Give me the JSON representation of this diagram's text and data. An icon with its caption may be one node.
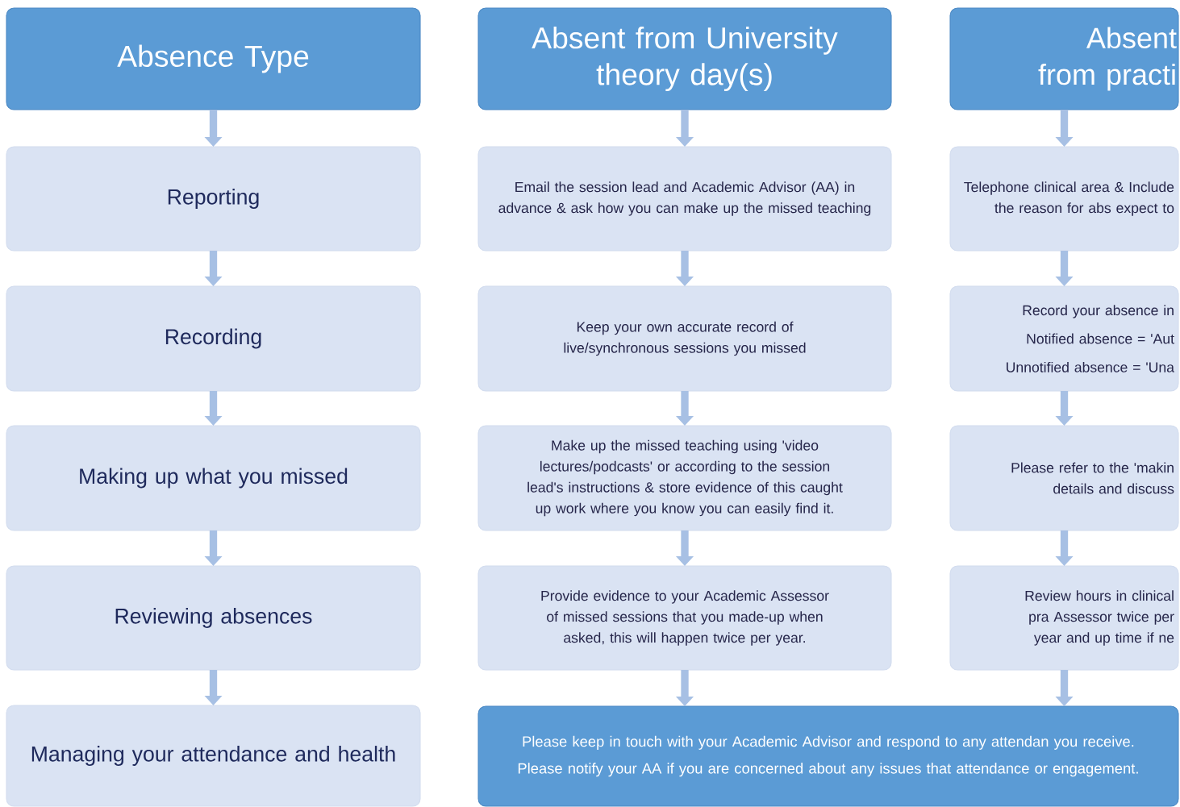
{
  "diagram": {
    "nodes": [
      {
        "text": [
          "Absence Type"
        ]
      },
      {
        "text": [
          "Reporting"
        ]
      },
      {
        "text": [
          "Recording"
        ]
      },
      {
        "text": [
          "Making up what you missed"
        ]
      },
      {
        "text": [
          "Reviewing absences"
        ]
      },
      {
        "text": [
          "Managing your attendance and health"
        ]
      },
      {
        "text": [
          "Absent from University theory day(s)"
        ]
      },
      {
        "text": [
          "Email the session lead and Academic Advisor (AA) in advance & ask how you can make up the missed teaching"
        ]
      },
      {
        "text": [
          "Keep your own accurate record of live/synchronous sessions you missed"
        ]
      },
      {
        "text": [
          "Make up the missed teaching using 'video lectures/podcasts' or according to the session lead's instructions & store evidence of this caught up work where you know you can easily find it."
        ]
      },
      {
        "text": [
          "Provide evidence to your Academic Assessor of missed sessions that you made-up when asked, this will happen twice per year."
        ]
      },
      {
        "text": [
          "Absent from practi"
        ]
      },
      {
        "text": [
          "Telephone clinical area & Include the reason for abs expect to"
        ]
      },
      {
        "text": [
          "Record your absence in",
          "Notified absence = 'Aut",
          "Unnotified absence = 'Una"
        ]
      },
      {
        "text": [
          "Please refer to the 'makin details and discuss"
        ]
      },
      {
        "text": [
          "Review hours in clinical pra Assessor twice per year and up time if ne"
        ]
      },
      {
        "text": [
          "Please keep in touch with your Academic Advisor and respond to any attendan you receive. Please notify your AA if you are concerned about any issues that attendance or engagement."
        ]
      }
    ],
    "edges": [
      {
        "from": 0,
        "to": 1,
        "arrow": "to"
      },
      {
        "from": 1,
        "to": 2,
        "arrow": "to"
      },
      {
        "from": 2,
        "to": 3,
        "arrow": "to"
      },
      {
        "from": 3,
        "to": 4,
        "arrow": "to"
      },
      {
        "from": 4,
        "to": 5,
        "arrow": "to"
      },
      {
        "from": 6,
        "to": 7,
        "arrow": "to"
      },
      {
        "from": 7,
        "to": 8,
        "arrow": "to"
      },
      {
        "from": 8,
        "to": 9,
        "arrow": "to"
      },
      {
        "from": 9,
        "to": 10,
        "arrow": "to"
      },
      {
        "from": 10,
        "to": 16,
        "arrow": "to"
      },
      {
        "from": 11,
        "to": 12,
        "arrow": "to"
      },
      {
        "from": 12,
        "to": 13,
        "arrow": "to"
      },
      {
        "from": 13,
        "to": 14,
        "arrow": "to"
      },
      {
        "from": 14,
        "to": 15,
        "arrow": "to"
      },
      {
        "from": 15,
        "to": 16,
        "arrow": "to"
      }
    ]
  }
}
